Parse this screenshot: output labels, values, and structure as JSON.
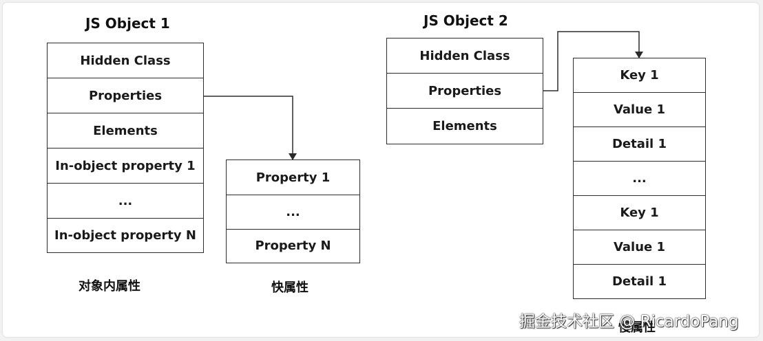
{
  "object1": {
    "title": "JS Object 1",
    "cells": [
      "Hidden Class",
      "Properties",
      "Elements",
      "In-object property 1",
      "...",
      "In-object property N"
    ],
    "caption": "对象内属性"
  },
  "fast_properties": {
    "cells": [
      "Property 1",
      "...",
      "Property N"
    ],
    "caption": "快属性"
  },
  "object2": {
    "title": "JS Object 2",
    "cells": [
      "Hidden Class",
      "Properties",
      "Elements"
    ]
  },
  "slow_properties": {
    "cells": [
      "Key 1",
      "Value 1",
      "Detail 1",
      "...",
      "Key 1",
      "Value 1",
      "Detail 1"
    ],
    "caption": "慢属性"
  },
  "watermark": "掘金技术社区 @ RicardoPang",
  "colors": {
    "line": "#2b2b2b",
    "text": "#1a1a1a",
    "background": "#ffffff"
  }
}
